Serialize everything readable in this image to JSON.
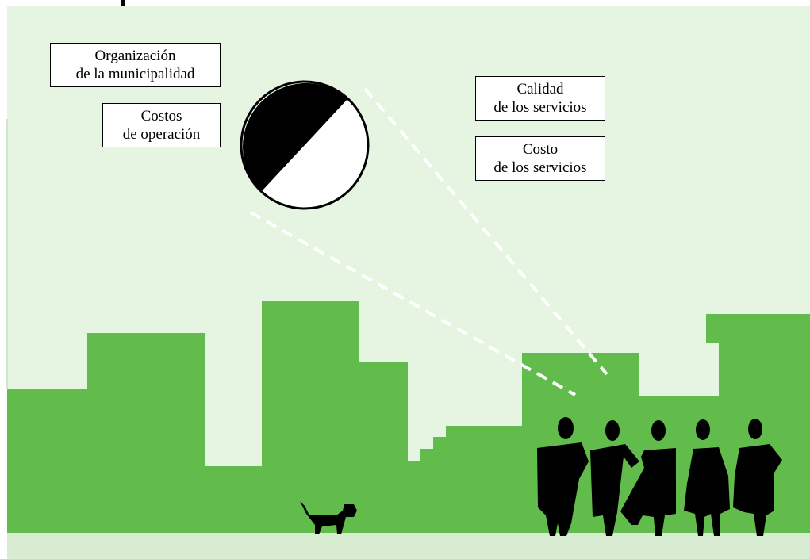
{
  "colors": {
    "sky": "#e6f4e2",
    "city": "#62bc4b",
    "ground": "#d7ecd0",
    "silhouette": "#000000",
    "label_bg": "#ffffff"
  },
  "labels": {
    "organizacion": [
      "Organización",
      "de la municipalidad"
    ],
    "costos_operacion": [
      "Costos",
      "de operación"
    ],
    "calidad_servicios": [
      "Calidad",
      "de los servicios"
    ],
    "costo_servicios": [
      "Costo",
      "de los servicios"
    ]
  },
  "icons": {
    "pie": "half-black-half-white-circle-icon",
    "dog": "dog-silhouette-icon",
    "people": "group-of-five-people-silhouette-icon"
  }
}
